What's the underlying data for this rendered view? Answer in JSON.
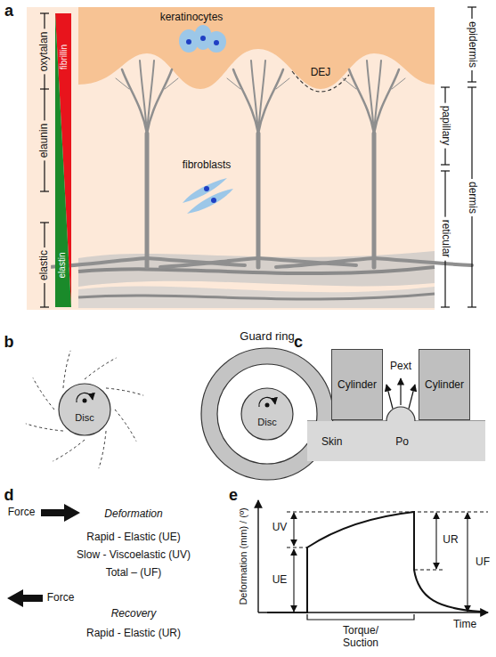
{
  "diagram": {
    "nodes": [
      {
        "text": [
          "Disc"
        ]
      },
      {
        "text": [
          "Guard ring"
        ]
      },
      {
        "text": [
          "Disc"
        ],
        "in": 1
      },
      {
        "text": [
          "Cylinder"
        ]
      },
      {
        "text": [
          "Cylinder"
        ]
      },
      {
        "text": [
          "Skin",
          "Po"
        ]
      }
    ],
    "labels": [
      "a",
      "keratinocytes",
      "DEJ",
      "epidermis",
      "papillary",
      "reticular",
      "dermis",
      "oxytalan",
      "elaunin",
      "elastic",
      "fibrillin",
      "elastin",
      "fibroblasts",
      "b",
      "c",
      "Pext",
      "d",
      "Force",
      "Deformation",
      "Rapid - Elastic (UE)",
      "Slow - Viscoelastic (UV)",
      "Total – (UF)",
      "Force",
      "Recovery",
      "Rapid - Elastic (UR)",
      "e",
      "Deformation (mm) / (º)",
      "Time",
      "Torque/ Suction",
      "UV",
      "UE",
      "UR",
      "UF"
    ]
  }
}
